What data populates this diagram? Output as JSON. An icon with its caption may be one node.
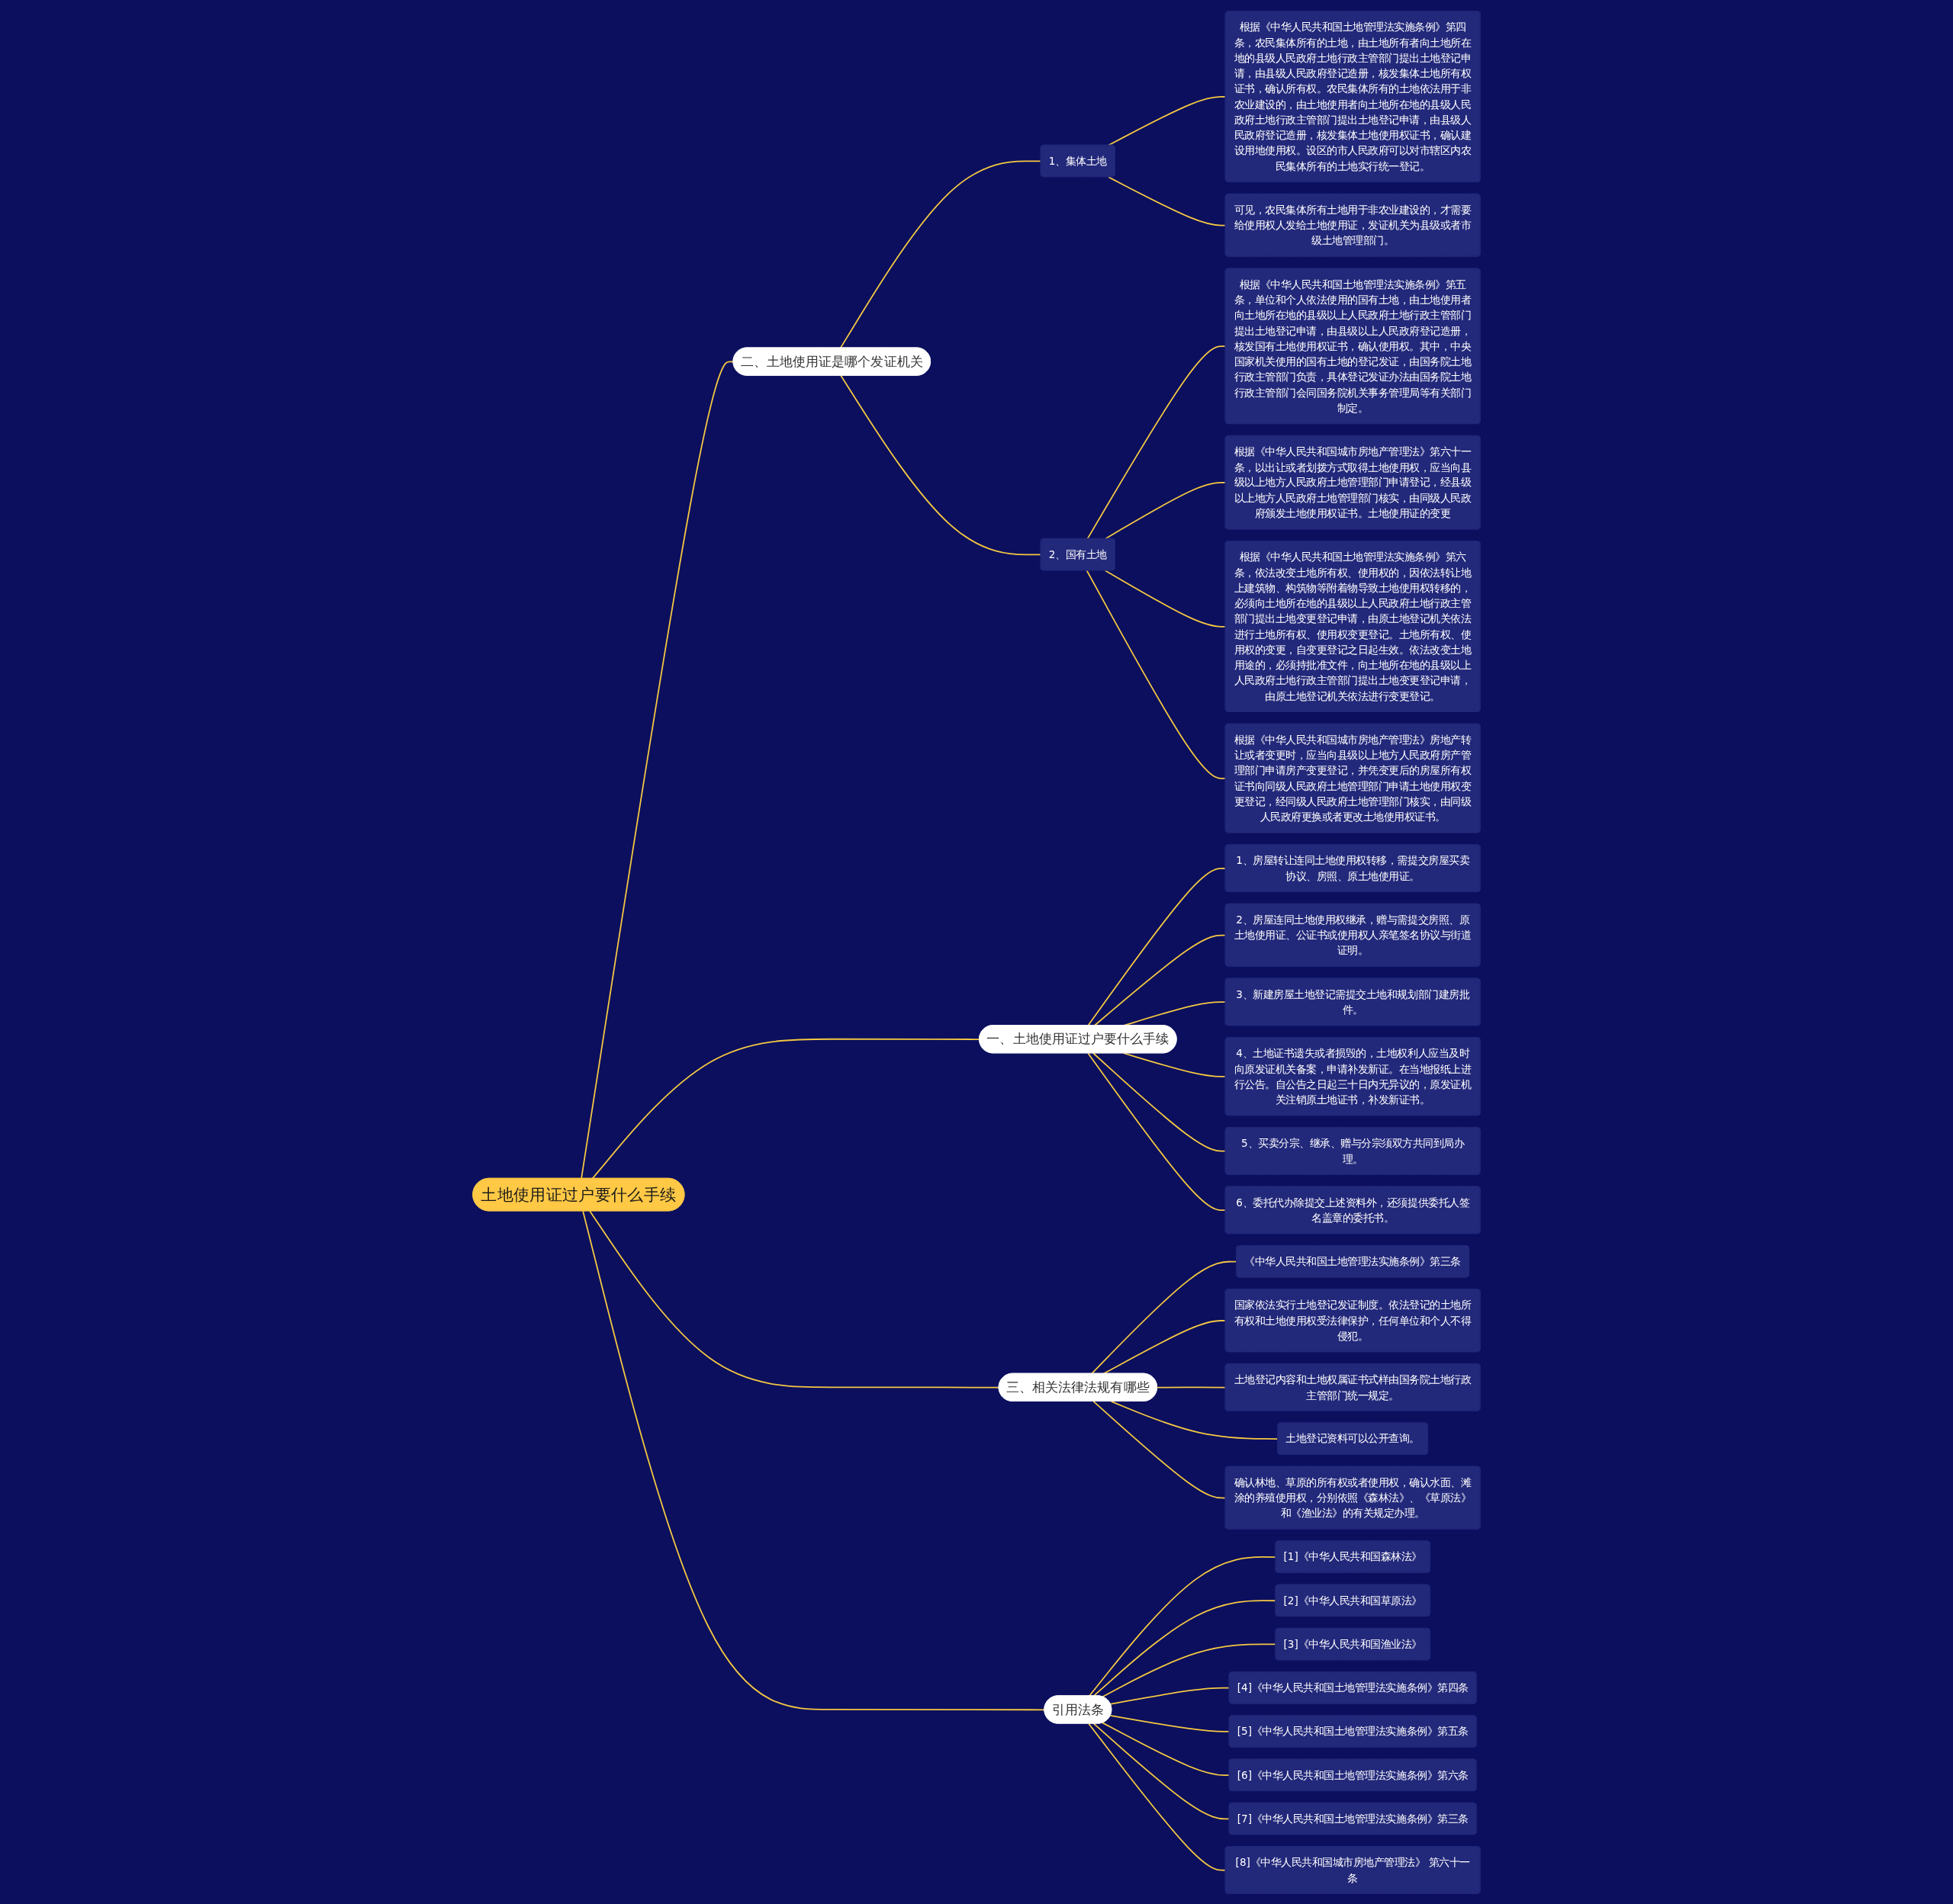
{
  "diagram": {
    "nodes": [
      {
        "text": [
          "土地使用证过户要什么手续"
        ]
      },
      {
        "text": [
          "二、土地使用证是哪个发证机关"
        ]
      },
      {
        "text": [
          "1、集体土地"
        ]
      },
      {
        "text": [
          "根据《中华人民共和国土地管理法实施条例》第四条，农民集体所有的土地，由土地所有者向土地所在地的县级人民政府土地行政主管部门提出土地登记申请，由县级人民政府登记造册，核发集体土地所有权证书，确认所有权。农民集体所有的土地依法用于非农业建设的，由土地使用者向土地所在地的县级人民政府土地行政主管部门提出土地登记申请，由县级人民政府登记造册，核发集体土地使用权证书，确认建设用地使用权。设区的市人民政府可以对市辖区内农民集体所有的土地实行统一登记。"
        ]
      },
      {
        "text": [
          "可见，农民集体所有土地用于非农业建设的，才需要给使用权人发给土地使用证，发证机关为县级或者市级土地管理部门。"
        ]
      },
      {
        "text": [
          "2、国有土地"
        ]
      },
      {
        "text": [
          "根据《中华人民共和国土地管理法实施条例》第五条，单位和个人依法使用的国有土地，由土地使用者向土地所在地的县级以上人民政府土地行政主管部门提出土地登记申请，由县级以上人民政府登记造册，核发国有土地使用权证书，确认使用权。其中，中央国家机关使用的国有土地的登记发证，由国务院土地行政主管部门负责，具体登记发证办法由国务院土地行政主管部门会同国务院机关事务管理局等有关部门制定。"
        ]
      },
      {
        "text": [
          "根据《中华人民共和国城市房地产管理法》第六十一条，以出让或者划拨方式取得土地使用权，应当向县级以上地方人民政府土地管理部门申请登记，经县级以上地方人民政府土地管理部门核实，由同级人民政府颁发土地使用权证书。土地使用证的变更"
        ]
      },
      {
        "text": [
          "根据《中华人民共和国土地管理法实施条例》第六条，依法改变土地所有权、使用权的，因依法转让地上建筑物、构筑物等附着物导致土地使用权转移的，必须向土地所在地的县级以上人民政府土地行政主管部门提出土地变更登记申请，由原土地登记机关依法进行土地所有权、使用权变更登记。土地所有权、使用权的变更，自变更登记之日起生效。依法改变土地用途的，必须持批准文件，向土地所在地的县级以上人民政府土地行政主管部门提出土地变更登记申请，由原土地登记机关依法进行变更登记。"
        ]
      },
      {
        "text": [
          "根据《中华人民共和国城市房地产管理法》房地产转让或者变更时，应当向县级以上地方人民政府房产管理部门申请房产变更登记，并凭变更后的房屋所有权证书向同级人民政府土地管理部门申请土地使用权变更登记，经同级人民政府土地管理部门核实，由同级人民政府更换或者更改土地使用权证书。"
        ]
      },
      {
        "text": [
          "一、土地使用证过户要什么手续"
        ]
      },
      {
        "text": [
          "1、房屋转让连同土地使用权转移，需提交房屋买卖协议、房照、原土地使用证。"
        ]
      },
      {
        "text": [
          "2、房屋连同土地使用权继承，赠与需提交房照、原土地使用证、公证书或使用权人亲笔签名协议与街道证明。"
        ]
      },
      {
        "text": [
          "3、新建房屋土地登记需提交土地和规划部门建房批件。"
        ]
      },
      {
        "text": [
          "4、土地证书遗失或者损毁的，土地权利人应当及时向原发证机关备案，申请补发新证。在当地报纸上进行公告。自公告之日起三十日内无异议的，原发证机关注销原土地证书，补发新证书。"
        ]
      },
      {
        "text": [
          "5、买卖分宗、继承、赠与分宗须双方共同到局办理。"
        ]
      },
      {
        "text": [
          "6、委托代办除提交上述资料外，还须提供委托人签名盖章的委托书。"
        ]
      },
      {
        "text": [
          "三、相关法律法规有哪些"
        ]
      },
      {
        "text": [
          "《中华人民共和国土地管理法实施条例》第三条"
        ]
      },
      {
        "text": [
          "国家依法实行土地登记发证制度。依法登记的土地所有权和土地使用权受法律保护，任何单位和个人不得侵犯。"
        ]
      },
      {
        "text": [
          "土地登记内容和土地权属证书式样由国务院土地行政主管部门统一规定。"
        ]
      },
      {
        "text": [
          "土地登记资料可以公开查询。"
        ]
      },
      {
        "text": [
          "确认林地、草原的所有权或者使用权，确认水面、滩涂的养殖使用权，分别依照《森林法》、《草原法》和《渔业法》的有关规定办理。"
        ]
      },
      {
        "text": [
          "引用法条"
        ]
      },
      {
        "text": [
          "[1]《中华人民共和国森林法》"
        ]
      },
      {
        "text": [
          "[2]《中华人民共和国草原法》"
        ]
      },
      {
        "text": [
          "[3]《中华人民共和国渔业法》"
        ]
      },
      {
        "text": [
          "[4]《中华人民共和国土地管理法实施条例》第四条"
        ]
      },
      {
        "text": [
          "[5]《中华人民共和国土地管理法实施条例》第五条"
        ]
      },
      {
        "text": [
          "[6]《中华人民共和国土地管理法实施条例》第六条"
        ]
      },
      {
        "text": [
          "[7]《中华人民共和国土地管理法实施条例》第三条"
        ]
      },
      {
        "text": [
          "[8]《中华人民共和国城市房地产管理法》 第六十一条"
        ]
      }
    ],
    "edges": [
      {
        "from": 0,
        "to": 1,
        "arrow": "none"
      },
      {
        "from": 1,
        "to": 2,
        "arrow": "none"
      },
      {
        "from": 2,
        "to": 3,
        "arrow": "none"
      },
      {
        "from": 2,
        "to": 4,
        "arrow": "none"
      },
      {
        "from": 1,
        "to": 5,
        "arrow": "none"
      },
      {
        "from": 5,
        "to": 6,
        "arrow": "none"
      },
      {
        "from": 5,
        "to": 7,
        "arrow": "none"
      },
      {
        "from": 5,
        "to": 8,
        "arrow": "none"
      },
      {
        "from": 5,
        "to": 9,
        "arrow": "none"
      },
      {
        "from": 0,
        "to": 10,
        "arrow": "none"
      },
      {
        "from": 10,
        "to": 11,
        "arrow": "none"
      },
      {
        "from": 10,
        "to": 12,
        "arrow": "none"
      },
      {
        "from": 10,
        "to": 13,
        "arrow": "none"
      },
      {
        "from": 10,
        "to": 14,
        "arrow": "none"
      },
      {
        "from": 10,
        "to": 15,
        "arrow": "none"
      },
      {
        "from": 10,
        "to": 16,
        "arrow": "none"
      },
      {
        "from": 0,
        "to": 17,
        "arrow": "none"
      },
      {
        "from": 17,
        "to": 18,
        "arrow": "none"
      },
      {
        "from": 17,
        "to": 19,
        "arrow": "none"
      },
      {
        "from": 17,
        "to": 20,
        "arrow": "none"
      },
      {
        "from": 17,
        "to": 21,
        "arrow": "none"
      },
      {
        "from": 17,
        "to": 22,
        "arrow": "none"
      },
      {
        "from": 0,
        "to": 23,
        "arrow": "none"
      },
      {
        "from": 23,
        "to": 24,
        "arrow": "none"
      },
      {
        "from": 23,
        "to": 25,
        "arrow": "none"
      },
      {
        "from": 23,
        "to": 26,
        "arrow": "none"
      },
      {
        "from": 23,
        "to": 27,
        "arrow": "none"
      },
      {
        "from": 23,
        "to": 28,
        "arrow": "none"
      },
      {
        "from": 23,
        "to": 29,
        "arrow": "none"
      },
      {
        "from": 23,
        "to": 30,
        "arrow": "none"
      },
      {
        "from": 23,
        "to": 31,
        "arrow": "none"
      }
    ]
  }
}
